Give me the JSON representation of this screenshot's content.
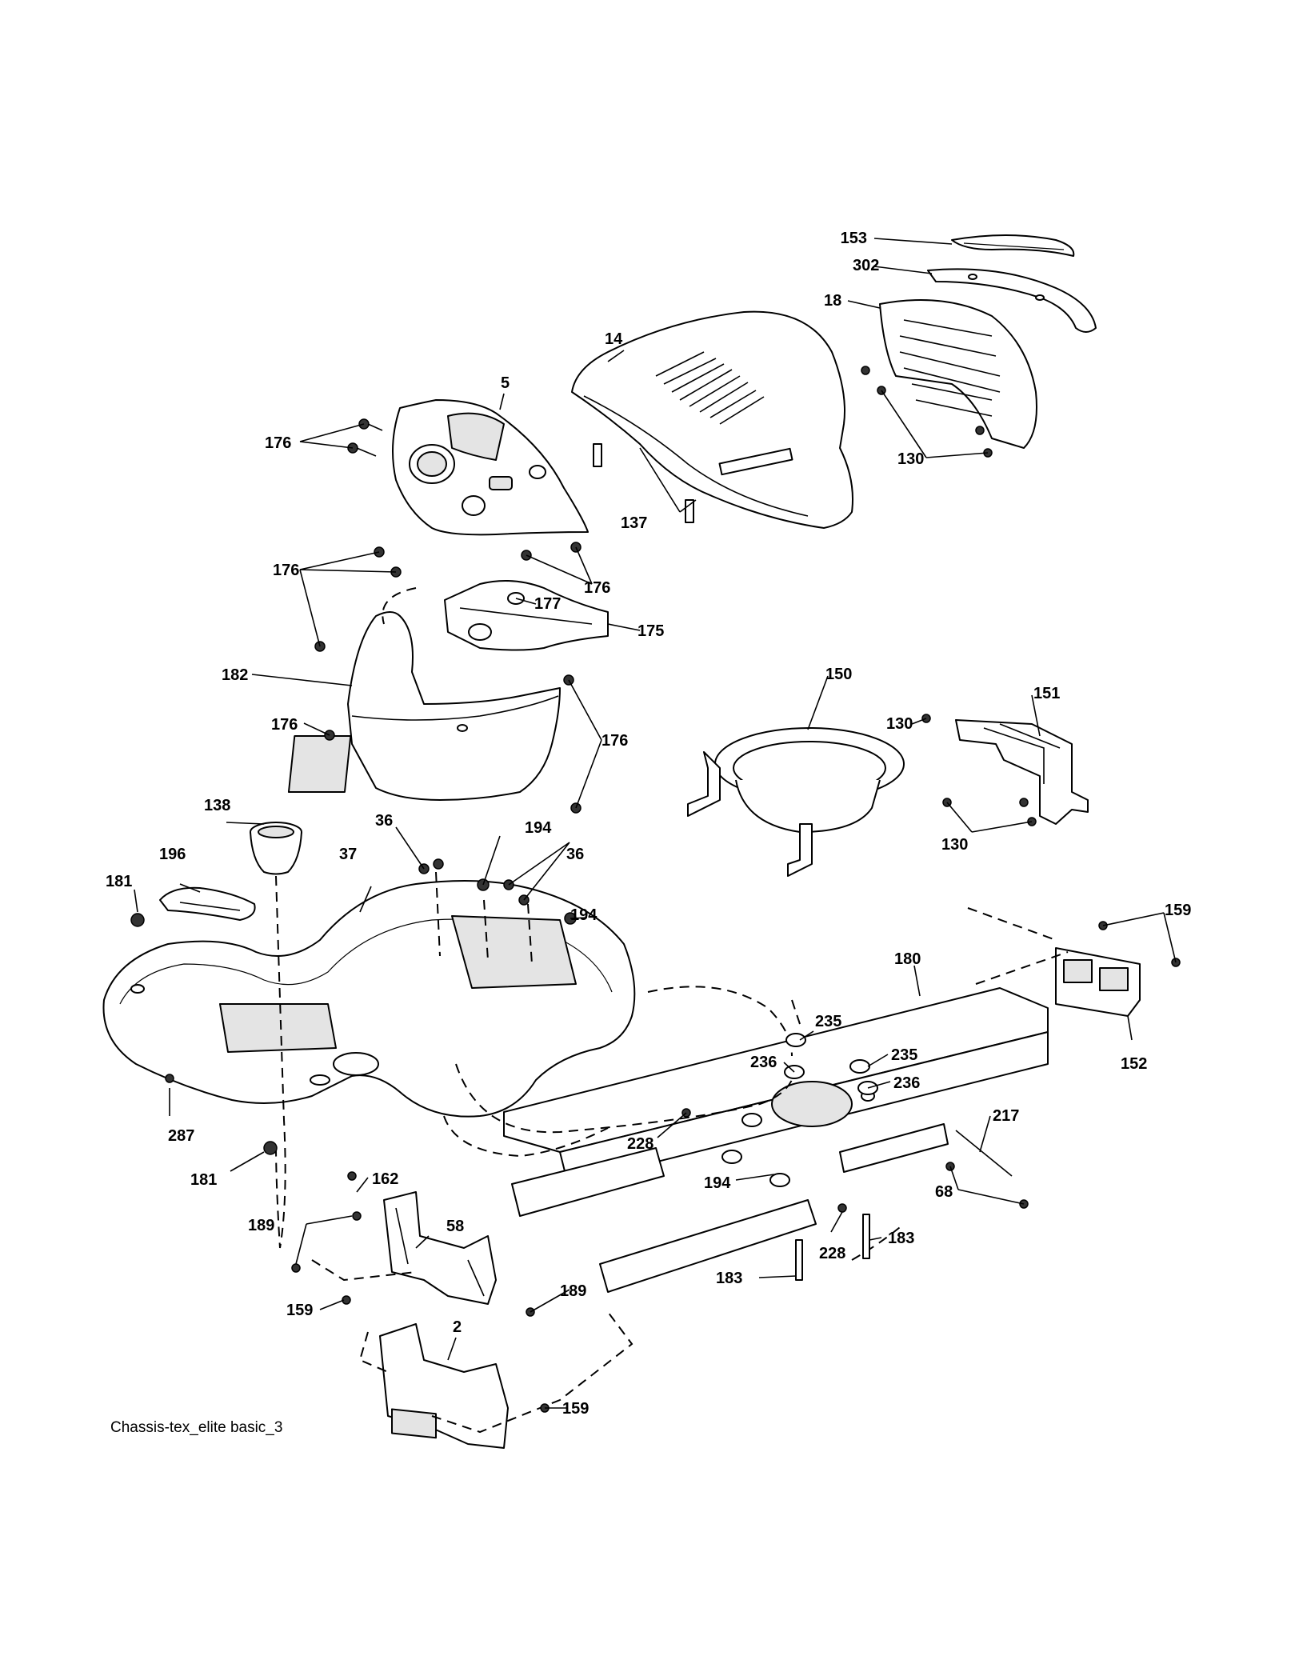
{
  "diagram": {
    "caption": "Chassis-tex_elite basic_3",
    "callouts": {
      "c153": "153",
      "c302": "302",
      "c18": "18",
      "c14": "14",
      "c5": "5",
      "c176a": "176",
      "c130a": "130",
      "c137": "137",
      "c176b": "176",
      "c176c": "176",
      "c177": "177",
      "c175": "175",
      "c182": "182",
      "c150": "150",
      "c151": "151",
      "c176d": "176",
      "c176e": "176",
      "c130b": "130",
      "c130c": "130",
      "c138": "138",
      "c36a": "36",
      "c194a": "194",
      "c196": "196",
      "c37": "37",
      "c36b": "36",
      "c181a": "181",
      "c194b": "194",
      "c159a": "159",
      "c180": "180",
      "c235a": "235",
      "c236a": "236",
      "c235b": "235",
      "c236b": "236",
      "c152": "152",
      "c217": "217",
      "c287": "287",
      "c228a": "228",
      "c181b": "181",
      "c194c": "194",
      "c68": "68",
      "c162": "162",
      "c189a": "189",
      "c58": "58",
      "c228b": "228",
      "c183a": "183",
      "c183b": "183",
      "c189b": "189",
      "c159b": "159",
      "c2": "2",
      "c159c": "159"
    }
  }
}
